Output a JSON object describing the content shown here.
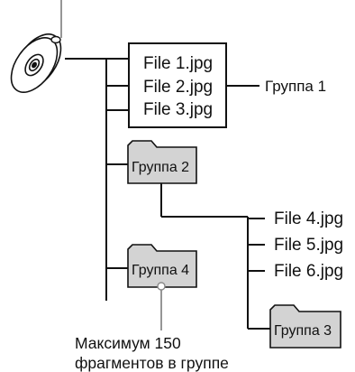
{
  "disc": {
    "icon": "cd-disc-icon"
  },
  "file_box": {
    "files": [
      "File 1.jpg",
      "File 2.jpg",
      "File 3.jpg"
    ],
    "group_label": "Группа 1"
  },
  "folders": {
    "group2": {
      "label": "Группа 2",
      "icon": "folder-icon"
    },
    "group3": {
      "label": "Группа 3",
      "icon": "folder-icon"
    },
    "group4": {
      "label": "Группа 4",
      "icon": "folder-icon"
    }
  },
  "group3_files": [
    "File 4.jpg",
    "File 5.jpg",
    "File 6.jpg"
  ],
  "note": {
    "line1": "Максимум 150",
    "line2": "фрагментов в группе"
  },
  "colors": {
    "line": "#111111",
    "folder_fill": "#d3d3d3",
    "callout_line": "#8a8a8a"
  }
}
